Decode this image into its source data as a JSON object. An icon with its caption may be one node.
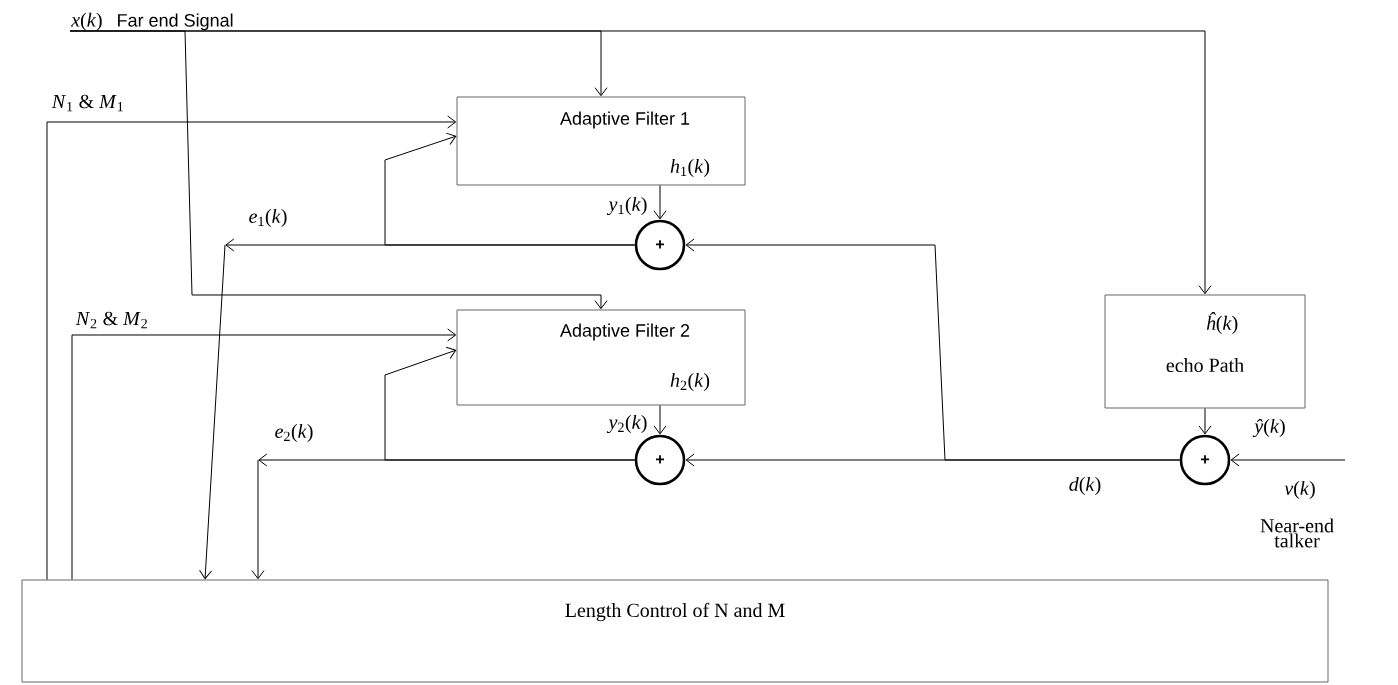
{
  "diagram": {
    "nodes": [
      {
        "text": [
          "*x*(*k*)",
          "Far end Signal"
        ]
      },
      {
        "text": [
          "Adaptive Filter 1",
          "*h*$_{1}$(*k*)"
        ]
      },
      {
        "text": [
          "+"
        ]
      },
      {
        "text": [
          "Adaptive Filter 2",
          "*h*$_{2}$(*k*)"
        ]
      },
      {
        "text": [
          "+"
        ]
      },
      {
        "text": [
          "*ĥ*(*k*)",
          "echo Path"
        ]
      },
      {
        "text": [
          "+"
        ]
      },
      {
        "text": [
          "Length Control of  N and M"
        ]
      }
    ],
    "edges": [
      {
        "from": 0,
        "to": 1,
        "arrow": "to"
      },
      {
        "from": 0,
        "to": 3,
        "arrow": "to"
      },
      {
        "from": 0,
        "to": 5,
        "arrow": "to"
      },
      {
        "from": 7,
        "to": 1,
        "arrow": "to",
        "label": "*N*$_{1}$ & *M*$_{1}$"
      },
      {
        "from": 7,
        "to": 3,
        "arrow": "to",
        "label": "*N*$_{2}$ & *M*$_{2}$"
      },
      {
        "from": 1,
        "to": 2,
        "arrow": "to",
        "label": "*y*$_{1}$(*k*)"
      },
      {
        "from": 2,
        "to": 7,
        "arrow": "to",
        "label": "*e*$_{1}$(*k*)"
      },
      {
        "from": 2,
        "to": 1,
        "arrow": "to"
      },
      {
        "from": 3,
        "to": 4,
        "arrow": "to",
        "label": "*y*$_{2}$(*k*)"
      },
      {
        "from": 4,
        "to": 7,
        "arrow": "to",
        "label": "*e*$_{2}$(*k*)"
      },
      {
        "from": 4,
        "to": 3,
        "arrow": "to"
      },
      {
        "from": 5,
        "to": 6,
        "arrow": "to",
        "label": "*ŷ*(*k*)"
      },
      {
        "from": null,
        "to": 6,
        "arrow": "to",
        "label": "*v*(*k*)"
      },
      {
        "from": 6,
        "to": 4,
        "arrow": "to",
        "label": "*d*(*k*)"
      },
      {
        "from": 6,
        "to": 2,
        "arrow": "to"
      }
    ],
    "labels": [
      "Near-end talker"
    ]
  }
}
